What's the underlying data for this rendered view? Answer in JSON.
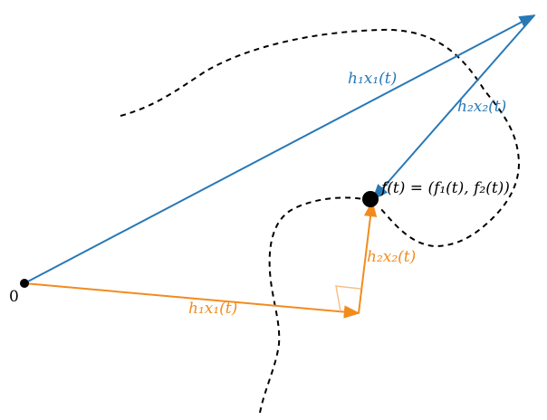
{
  "colors": {
    "blue": "#2878b5",
    "orange": "#f28b1e",
    "curve": "#000000",
    "point": "#000000"
  },
  "labels": {
    "origin": "0",
    "blue_h1x1": "h₁x₁(t)",
    "blue_h2x2": "h₂x₂(t)",
    "point": "f(t) = (f₁(t), f₂(t))",
    "orange_h1x1": "h₁x₁(t)",
    "orange_h2x2": "h₂x₂(t)"
  }
}
